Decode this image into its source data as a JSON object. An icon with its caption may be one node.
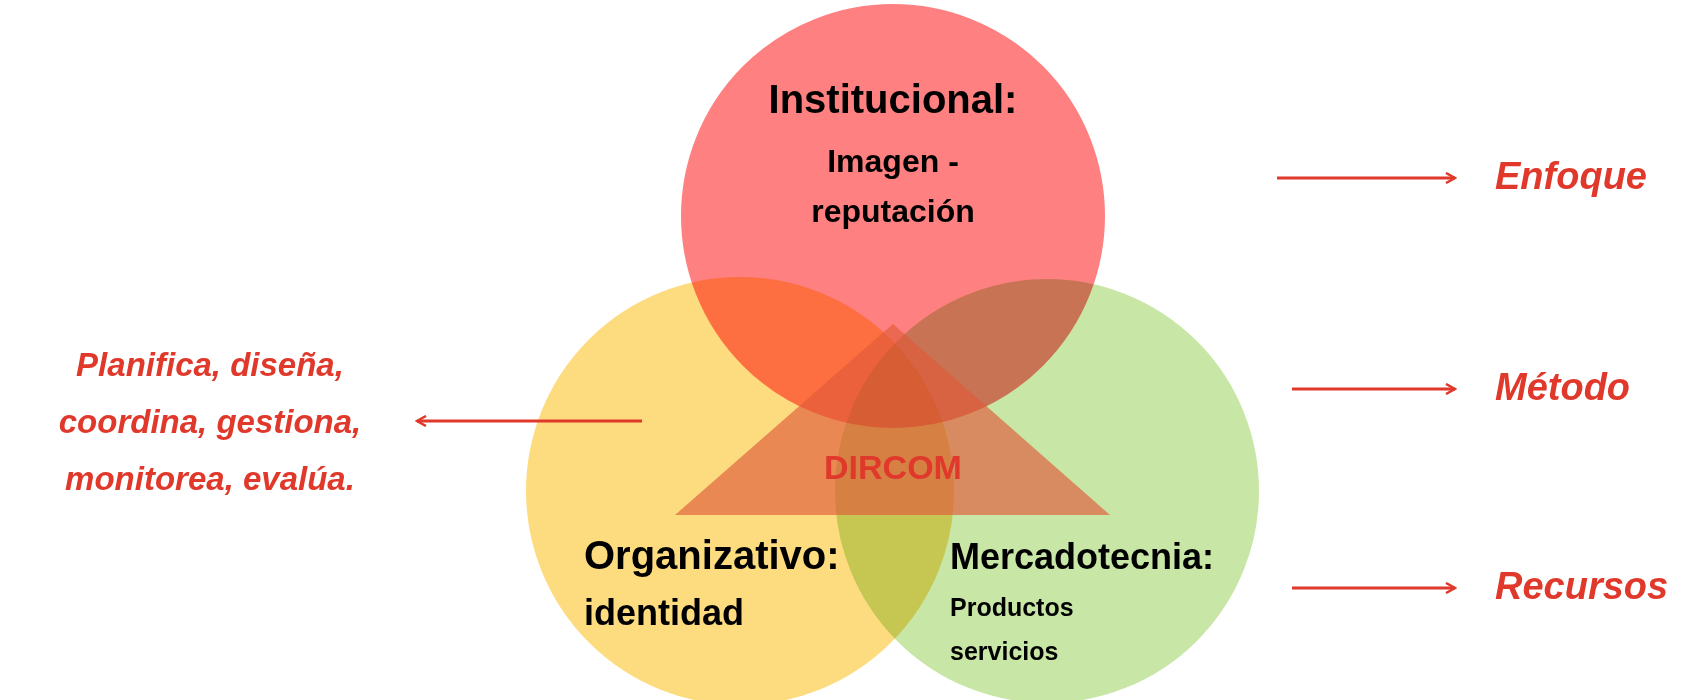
{
  "diagram": {
    "nodes": [
      {
        "text": [
          "Institucional:",
          "Imagen - reputación"
        ]
      },
      {
        "text": [
          "Organizativo:",
          "identidad"
        ]
      },
      {
        "text": [
          "Mercadotecnia:",
          "Productos servicios"
        ]
      },
      {
        "text": [
          "DIRCOM"
        ]
      },
      {
        "text": [
          "Planifica, diseña, coordina, gestiona, monitorea, evalúa."
        ]
      },
      {
        "text": [
          "Enfoque"
        ]
      },
      {
        "text": [
          "Método"
        ]
      },
      {
        "text": [
          "Recursos"
        ]
      }
    ],
    "edges": [
      {
        "from": 1,
        "to": 4,
        "arrow": "to"
      },
      {
        "from": null,
        "to": 5,
        "arrow": "to"
      },
      {
        "from": null,
        "to": 6,
        "arrow": "to"
      },
      {
        "from": null,
        "to": 7,
        "arrow": "to"
      }
    ]
  }
}
